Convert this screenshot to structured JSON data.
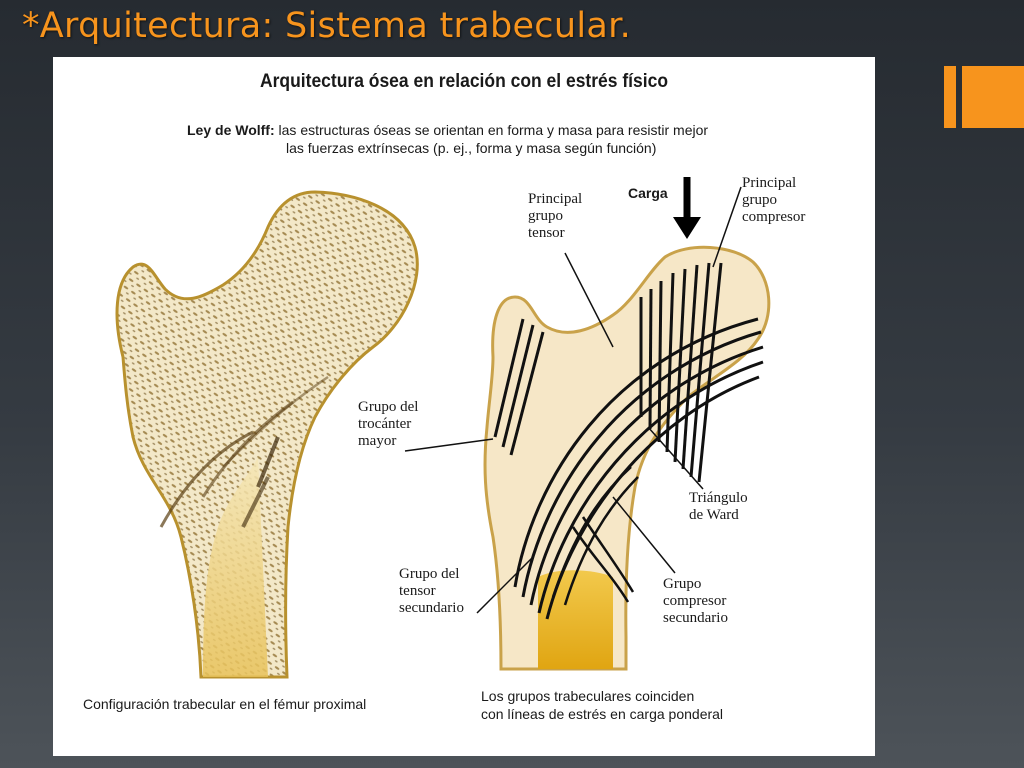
{
  "slide": {
    "title": "*Arquitectura: Sistema trabecular.",
    "accent_color": "#f7941d"
  },
  "figure": {
    "title": "Arquitectura ósea en relación con el estrés físico",
    "law_name": "Ley de Wolff:",
    "law_text_line1": " las estructuras óseas se orientan en forma y masa para resistir mejor",
    "law_text_line2": "las fuerzas extrínsecas (p. ej., forma y masa según función)",
    "labels": {
      "carga": "Carga",
      "principal_tensor_1": "Principal",
      "principal_tensor_2": "grupo",
      "principal_tensor_3": "tensor",
      "principal_compresor_1": "Principal",
      "principal_compresor_2": "grupo",
      "principal_compresor_3": "compresor",
      "trocanter_1": "Grupo del",
      "trocanter_2": "trocánter",
      "trocanter_3": "mayor",
      "ward_1": "Triángulo",
      "ward_2": "de Ward",
      "tensor_sec_1": "Grupo del",
      "tensor_sec_2": "tensor",
      "tensor_sec_3": "secundario",
      "compresor_sec_1": "Grupo",
      "compresor_sec_2": "compresor",
      "compresor_sec_3": "secundario"
    },
    "caption_left": "Configuración trabecular en el fémur proximal",
    "caption_right_1": "Los grupos trabeculares coinciden",
    "caption_right_2": "con líneas de estrés en carga ponderal"
  }
}
